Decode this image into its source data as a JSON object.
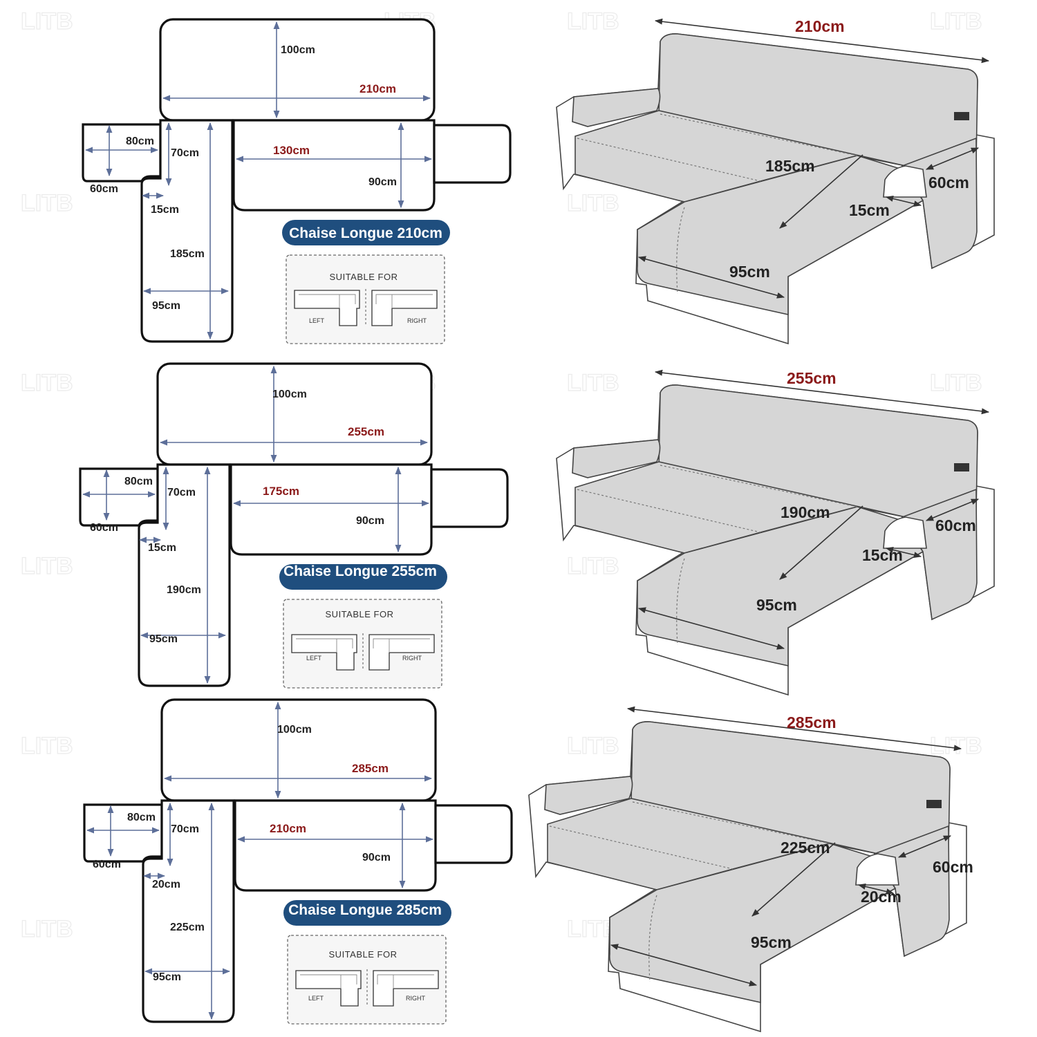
{
  "watermark": "LITB",
  "legend": {
    "suitable_for": "SUITABLE FOR",
    "left": "LEFT",
    "right": "RIGHT"
  },
  "panels": [
    {
      "title": "Chaise Longue 210cm",
      "back_height": "100cm",
      "back_width": "210cm",
      "arm_width": "80cm",
      "arm_depth": "60cm",
      "seat_depth": "70cm",
      "seat_width": "130cm",
      "seat_depth2": "90cm",
      "flap": "15cm",
      "chaise_length": "185cm",
      "chaise_width": "95cm",
      "sofa_total": "210cm",
      "sofa_chaise": "185cm",
      "sofa_arm": "60cm",
      "sofa_flap": "15cm",
      "sofa_width": "95cm"
    },
    {
      "title": "Chaise Longue 255cm",
      "back_height": "100cm",
      "back_width": "255cm",
      "arm_width": "80cm",
      "arm_depth": "60cm",
      "seat_depth": "70cm",
      "seat_width": "175cm",
      "seat_depth2": "90cm",
      "flap": "15cm",
      "chaise_length": "190cm",
      "chaise_width": "95cm",
      "sofa_total": "255cm",
      "sofa_chaise": "190cm",
      "sofa_arm": "60cm",
      "sofa_flap": "15cm",
      "sofa_width": "95cm"
    },
    {
      "title": "Chaise Longue 285cm",
      "back_height": "100cm",
      "back_width": "285cm",
      "arm_width": "80cm",
      "arm_depth": "60cm",
      "seat_depth": "70cm",
      "seat_width": "210cm",
      "seat_depth2": "90cm",
      "flap": "20cm",
      "chaise_length": "225cm",
      "chaise_width": "95cm",
      "sofa_total": "285cm",
      "sofa_chaise": "225cm",
      "sofa_arm": "60cm",
      "sofa_flap": "20cm",
      "sofa_width": "95cm"
    }
  ]
}
